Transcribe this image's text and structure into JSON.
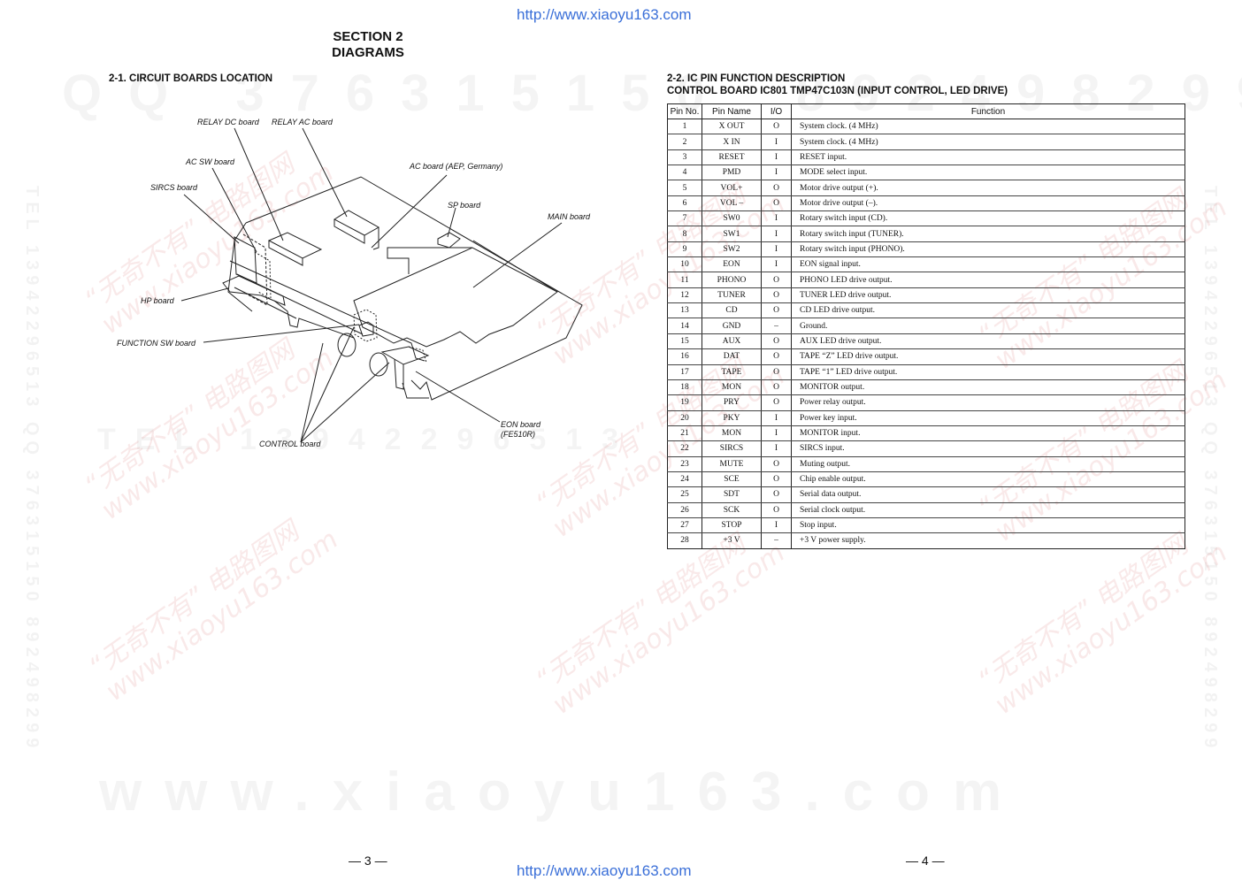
{
  "header_url": "http://www.xiaoyu163.com",
  "footer_url": "http://www.xiaoyu163.com",
  "section": {
    "line1": "SECTION  2",
    "line2": "DIAGRAMS"
  },
  "left": {
    "heading": "2-1.   CIRCUIT  BOARDS  LOCATION",
    "labels": {
      "relay_dc": "RELAY DC board",
      "relay_ac": "RELAY AC board",
      "ac_sw": "AC SW board",
      "ac_board": "AC board (AEP, Germany)",
      "sircs": "SIRCS board",
      "sp": "SP board",
      "main": "MAIN board",
      "hp": "HP board",
      "function_sw": "FUNCTION SW board",
      "eon_line1": "EON board",
      "eon_line2": "(FE510R)",
      "control": "CONTROL board"
    }
  },
  "right": {
    "heading_line1": "2-2.   IC  PIN  FUNCTION  DESCRIPTION",
    "heading_line2": "CONTROL  BOARD  IC801   TMP47C103N (INPUT  CONTROL,  LED  DRIVE)",
    "table": {
      "headers": [
        "Pin No.",
        "Pin Name",
        "I/O",
        "Function"
      ],
      "rows": [
        [
          "1",
          "X OUT",
          "O",
          "System clock. (4 MHz)"
        ],
        [
          "2",
          "X IN",
          "I",
          "System clock. (4 MHz)"
        ],
        [
          "3",
          "RESET",
          "I",
          "RESET input."
        ],
        [
          "4",
          "PMD",
          "I",
          "MODE select input."
        ],
        [
          "5",
          "VOL+",
          "O",
          "Motor drive output (+)."
        ],
        [
          "6",
          "VOL –",
          "O",
          "Motor drive output (–)."
        ],
        [
          "7",
          "SW0",
          "I",
          "Rotary switch input (CD)."
        ],
        [
          "8",
          "SW1",
          "I",
          "Rotary switch input (TUNER)."
        ],
        [
          "9",
          "SW2",
          "I",
          "Rotary switch input (PHONO)."
        ],
        [
          "10",
          "EON",
          "I",
          "EON signal input."
        ],
        [
          "11",
          "PHONO",
          "O",
          "PHONO LED drive output."
        ],
        [
          "12",
          "TUNER",
          "O",
          "TUNER LED drive output."
        ],
        [
          "13",
          "CD",
          "O",
          "CD LED drive output."
        ],
        [
          "14",
          "GND",
          "–",
          "Ground."
        ],
        [
          "15",
          "AUX",
          "O",
          "AUX LED drive output."
        ],
        [
          "16",
          "DAT",
          "O",
          "TAPE “Z” LED drive output."
        ],
        [
          "17",
          "TAPE",
          "O",
          "TAPE “1” LED drive output."
        ],
        [
          "18",
          "MON",
          "O",
          "MONITOR output."
        ],
        [
          "19",
          "PRY",
          "O",
          "Power relay output."
        ],
        [
          "20",
          "PKY",
          "I",
          "Power key input."
        ],
        [
          "21",
          "MON",
          "I",
          "MONITOR input."
        ],
        [
          "22",
          "SIRCS",
          "I",
          "SIRCS input."
        ],
        [
          "23",
          "MUTE",
          "O",
          "Muting output."
        ],
        [
          "24",
          "SCE",
          "O",
          "Chip enable output."
        ],
        [
          "25",
          "SDT",
          "O",
          "Serial data output."
        ],
        [
          "26",
          "SCK",
          "O",
          "Serial clock output."
        ],
        [
          "27",
          "STOP",
          "I",
          "Stop input."
        ],
        [
          "28",
          "+3 V",
          "–",
          "+3 V power supply."
        ]
      ]
    }
  },
  "page_left": "— 3 —",
  "page_right": "— 4 —",
  "watermarks": {
    "qq": "QQ 376315150",
    "num2": "892498299",
    "tel": "TEL 13942296513",
    "www": "www.xiaoyu163.com",
    "vert_left": "TEL 13942296513  QQ 376315150  892498299",
    "vert_right": "TEL 13942296513  QQ 376315150  892498299",
    "diag1": "“无奇不有” 电路图网",
    "diag2": "www.xiaoyu163.com"
  },
  "colors": {
    "url": "#3a6fd8",
    "watermark_red": "#c82828"
  }
}
